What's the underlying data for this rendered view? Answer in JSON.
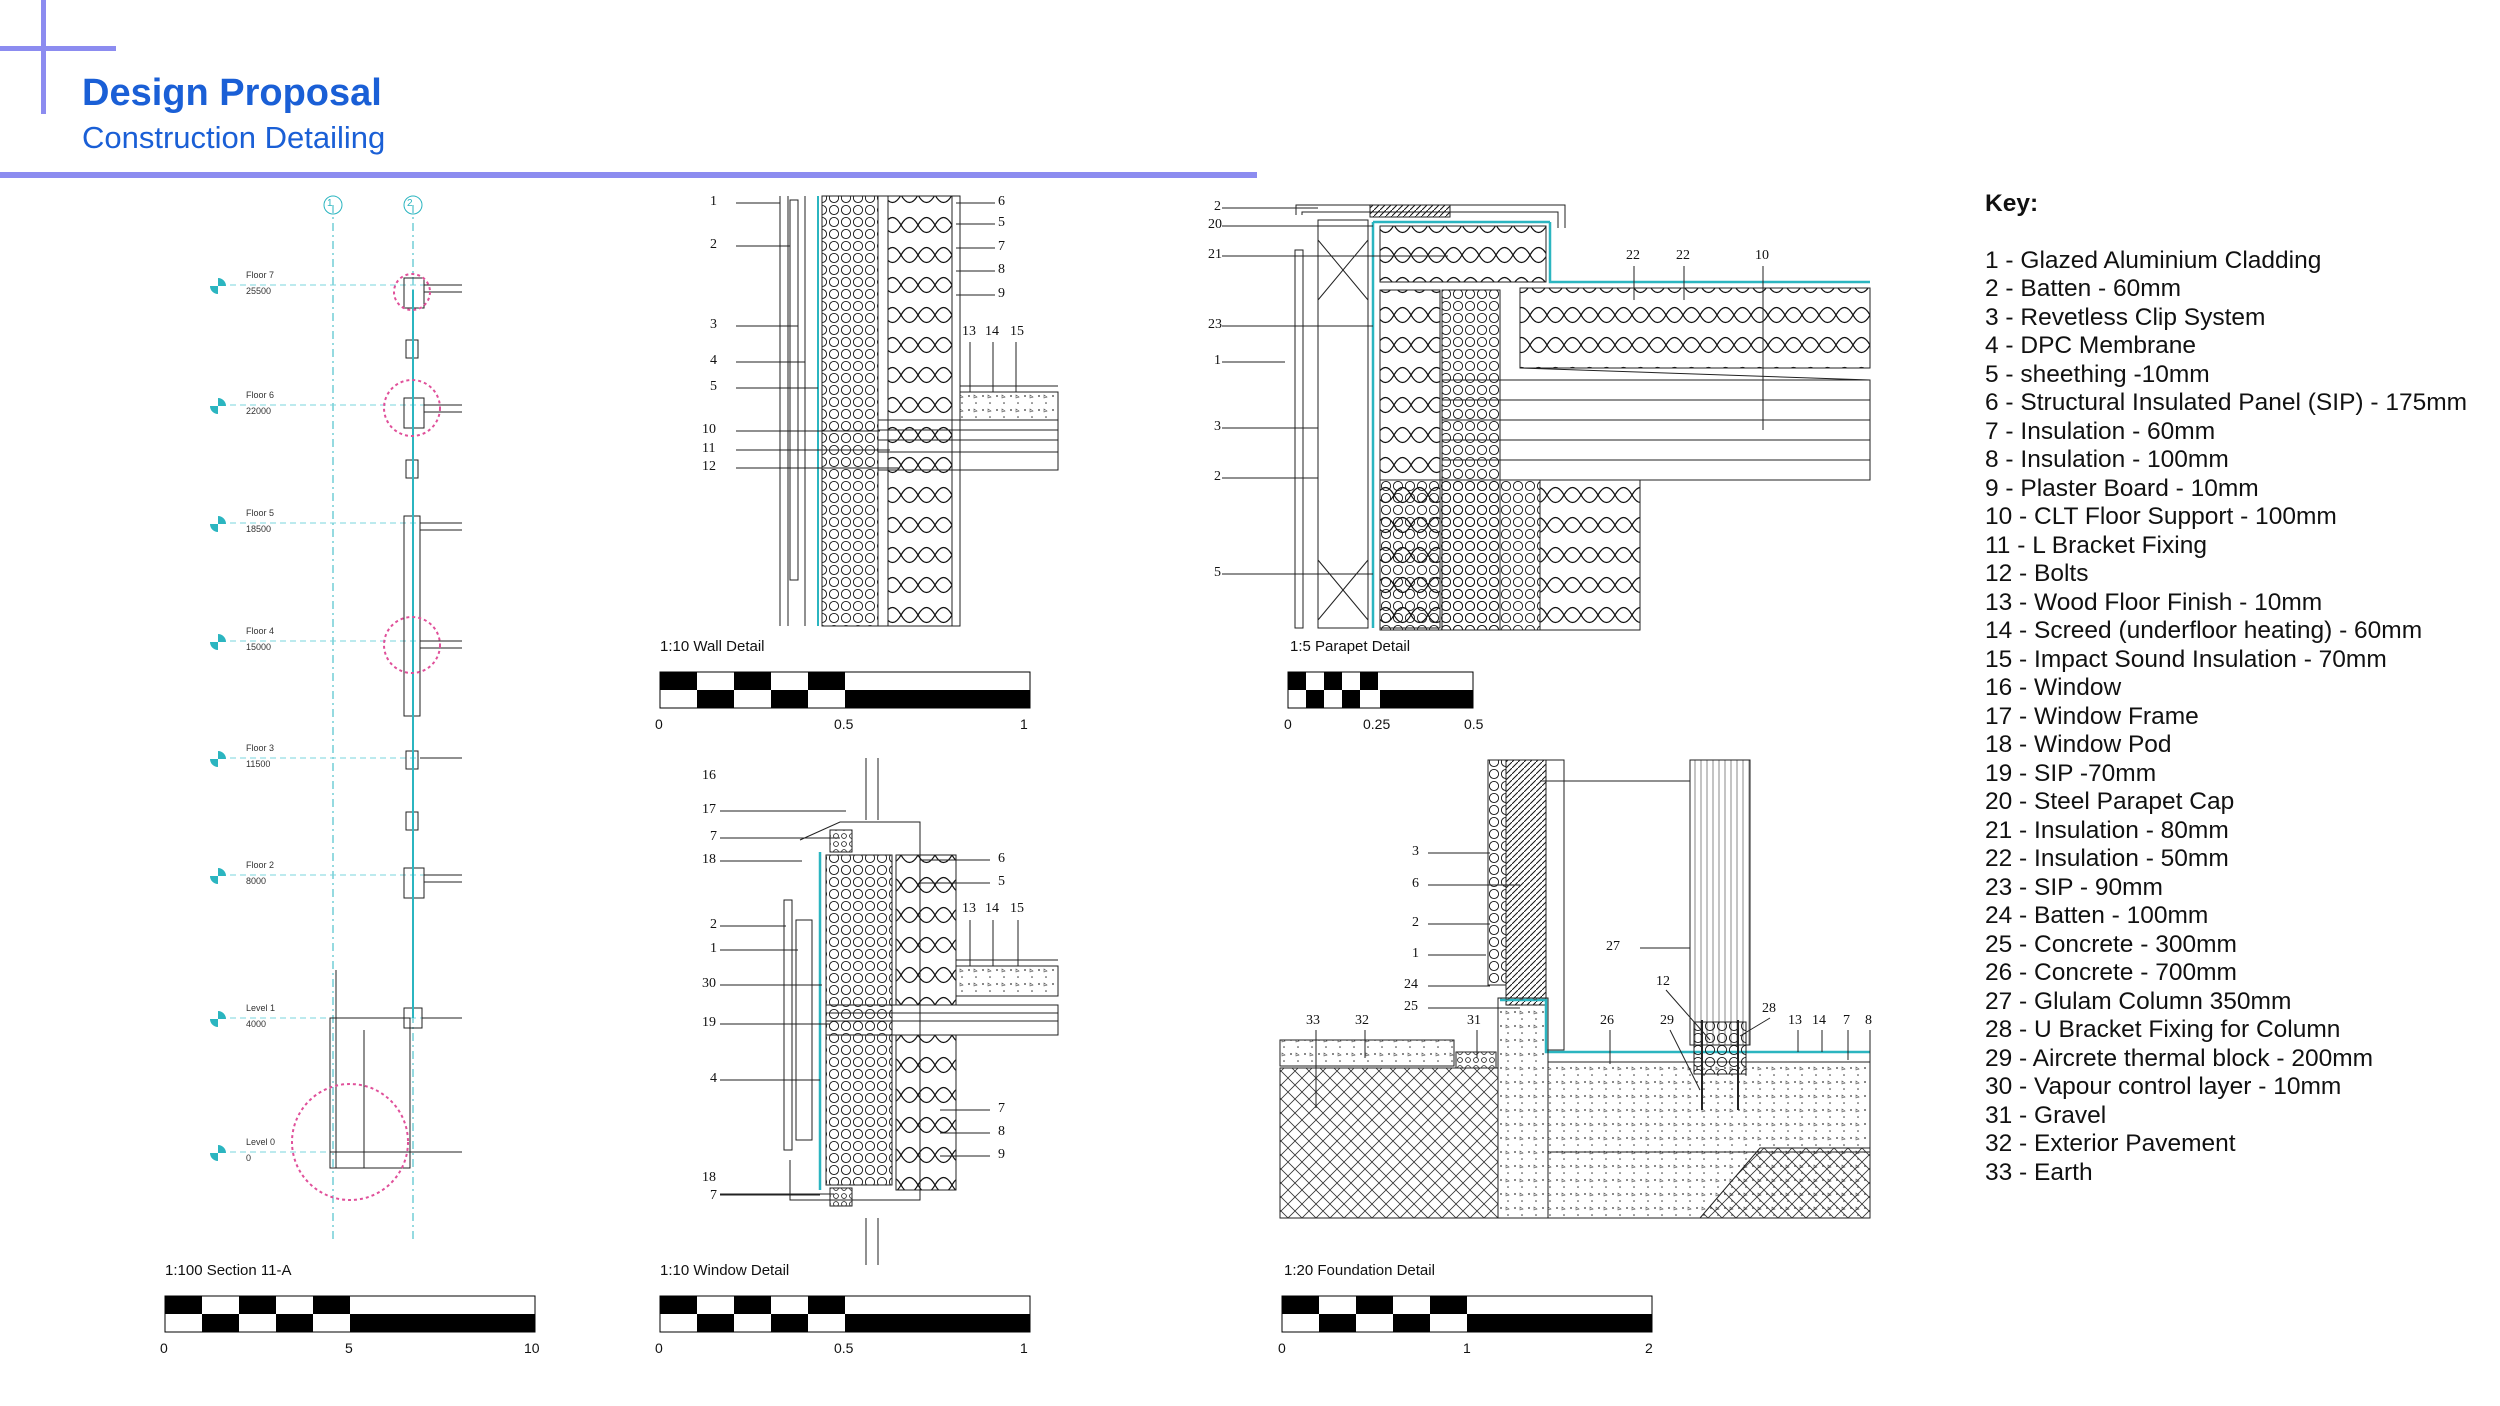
{
  "header": {
    "title": "Design Proposal",
    "subtitle": "Construction Detailing"
  },
  "key": {
    "title": "Key:",
    "items": [
      "1 - Glazed Aluminium Cladding",
      "2 - Batten - 60mm",
      "3 - Revetless Clip System",
      "4 - DPC Membrane",
      "5 - sheething -10mm",
      "6 - Structural Insulated Panel (SIP) - 175mm",
      "7 - Insulation - 60mm",
      "8 - Insulation - 100mm",
      "9 - Plaster Board - 10mm",
      "10 - CLT Floor Support - 100mm",
      "11 - L Bracket Fixing",
      "12 - Bolts",
      "13 - Wood Floor Finish - 10mm",
      "14 - Screed (underfloor heating) - 60mm",
      "15 - Impact Sound Insulation - 70mm",
      "16 - Window",
      "17 - Window Frame",
      "18 - Window Pod",
      "19 - SIP -70mm",
      "20 - Steel Parapet Cap",
      "21 - Insulation - 80mm",
      "22 - Insulation - 50mm",
      "23 - SIP - 90mm",
      "24 - Batten - 100mm",
      "25 - Concrete - 300mm",
      "26 - Concrete - 700mm",
      "27 - Glulam Column 350mm",
      "28 - U Bracket Fixing for Column",
      "29 - Aircrete thermal block - 200mm",
      "30 - Vapour control layer - 10mm",
      "31 - Gravel",
      "32 - Exterior Pavement",
      "33 - Earth"
    ]
  },
  "section": {
    "caption": "1:100 Section 11-A",
    "scale_ticks": [
      "0",
      "5",
      "10"
    ],
    "grid_bubbles": [
      "1",
      "2"
    ],
    "floors": [
      {
        "name": "Floor 7",
        "level": "25500"
      },
      {
        "name": "Floor 6",
        "level": "22000"
      },
      {
        "name": "Floor 5",
        "level": "18500"
      },
      {
        "name": "Floor 4",
        "level": "15000"
      },
      {
        "name": "Floor 3",
        "level": "11500"
      },
      {
        "name": "Floor 2",
        "level": "8000"
      },
      {
        "name": "Level 1",
        "level": "4000"
      },
      {
        "name": "Level 0",
        "level": "0"
      }
    ]
  },
  "wall_detail": {
    "caption": "1:10 Wall Detail",
    "scale_ticks": [
      "0",
      "0.5",
      "1"
    ],
    "left_labels": [
      "1",
      "2",
      "3",
      "4",
      "5",
      "10",
      "11",
      "12"
    ],
    "right_labels": [
      "6",
      "5",
      "7",
      "8",
      "9"
    ],
    "floor_labels": [
      "13",
      "14",
      "15"
    ]
  },
  "parapet_detail": {
    "caption": "1:5 Parapet Detail",
    "scale_ticks": [
      "0",
      "0.25",
      "0.5"
    ],
    "left_labels": [
      "2",
      "20",
      "21",
      "23",
      "1",
      "3",
      "2",
      "5"
    ],
    "top_labels": [
      "22",
      "22",
      "10"
    ]
  },
  "window_detail": {
    "caption": "1:10 Window Detail",
    "scale_ticks": [
      "0",
      "0.5",
      "1"
    ],
    "left_labels": [
      "16",
      "17",
      "7",
      "18",
      "2",
      "1",
      "30",
      "19",
      "4",
      "18",
      "7"
    ],
    "right_labels": [
      "6",
      "5",
      "7",
      "8",
      "9"
    ],
    "floor_labels": [
      "13",
      "14",
      "15"
    ]
  },
  "foundation_detail": {
    "caption": "1:20 Foundation Detail",
    "scale_ticks": [
      "0",
      "1",
      "2"
    ],
    "left_labels": [
      "3",
      "6",
      "2",
      "1",
      "24",
      "25"
    ],
    "bottom_labels": [
      "33",
      "32",
      "31",
      "26",
      "29",
      "12",
      "27",
      "28",
      "13",
      "14",
      "7",
      "8"
    ]
  },
  "colors": {
    "accent": "#1a5fd6",
    "rule": "#8c8cf0",
    "membrane": "#2bb5c0",
    "marker": "#e0509a"
  }
}
